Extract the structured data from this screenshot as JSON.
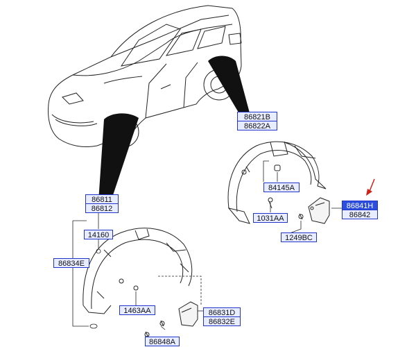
{
  "labels": {
    "front_upper": [
      "86811",
      "86812"
    ],
    "rear_upper": [
      "86821B",
      "86822A"
    ],
    "l_14160": "14160",
    "l_86834E": "86834E",
    "l_1463AA": "1463AA",
    "front_mudguard": [
      "86831D",
      "86832E"
    ],
    "l_86848A": "86848A",
    "l_84145A": "84145A",
    "l_1031AA": "1031AA",
    "rear_mudguard": [
      "86841H",
      "86842"
    ],
    "l_1249BC": "1249BC"
  },
  "colors": {
    "label_border": "#2233cc",
    "label_fill": "#e8ecff",
    "highlight_fill": "#2d4fe0",
    "arrow": "#d0201a",
    "line": "#222222"
  }
}
